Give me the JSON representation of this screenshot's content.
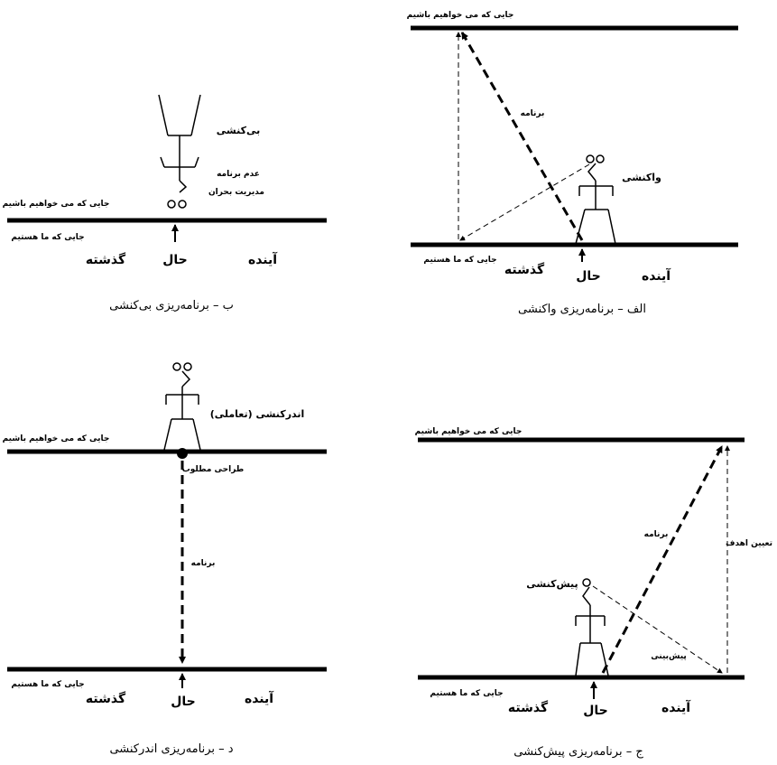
{
  "panels": {
    "alef": {
      "caption": "الف – برنامه‌ریزی واکنشی",
      "top_label": "جایی که می خواهیم باشیم",
      "bottom_label": "جایی که ما هستیم",
      "plan_label": "برنامه",
      "actor_label": "واکنشی",
      "past": "گذشته",
      "present": "حال",
      "future": "آینده"
    },
    "be": {
      "caption": "ب – برنامه‌ریزی بی‌کنشی",
      "top_label": "جایی که می خواهیم باشیم",
      "bottom_label": "جایی که ما هستیم",
      "actor_label": "بی‌کنشی",
      "note1": "عدم برنامه",
      "note2": "مدیریت بحران",
      "past": "گذشته",
      "present": "حال",
      "future": "آینده"
    },
    "jim": {
      "caption": "ج – برنامه‌ریزی پیش‌کنشی",
      "top_label": "جایی که می خواهیم باشیم",
      "bottom_label": "جایی که ما هستیم",
      "plan_label": "برنامه",
      "actor_label": "پیش‌کنشی",
      "forecast_label": "پیش‌بینی",
      "goal_label": "تعیین اهدف",
      "past": "گذشته",
      "present": "حال",
      "future": "آینده"
    },
    "dal": {
      "caption": "د – برنامه‌ریزی اندرکنشی",
      "top_label": "جایی که می خواهیم باشیم",
      "bottom_label": "جایی که ما هستیم",
      "plan_label": "برنامه",
      "actor_label": "اندرکنشی (تعاملی)",
      "design_label": "طراحی مطلوب",
      "past": "گذشته",
      "present": "حال",
      "future": "آینده"
    }
  }
}
